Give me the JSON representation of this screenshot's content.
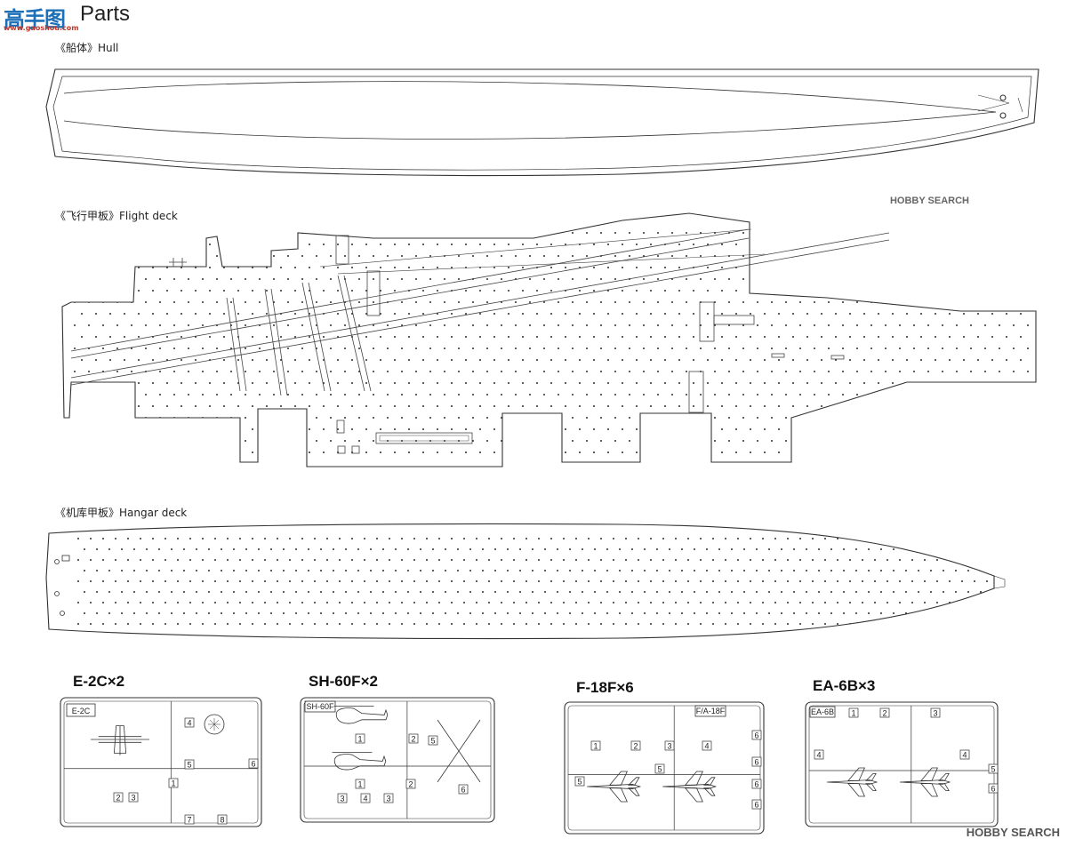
{
  "header": {
    "logo_text": "高手图",
    "logo_url": "www.gaoshou.com",
    "title": "Parts"
  },
  "labels": {
    "hull": "《船体》Hull",
    "flight_deck": "《飞行甲板》Flight deck",
    "hangar_deck": "《机库甲板》Hangar deck"
  },
  "sprues": [
    {
      "title": "E-2C×2",
      "tag": "E-2C",
      "part_numbers": [
        "4",
        "5",
        "6",
        "1",
        "2",
        "3",
        "7",
        "8"
      ]
    },
    {
      "title": "SH-60F×2",
      "tag": "SH-60F",
      "part_numbers": [
        "1",
        "2",
        "5",
        "1",
        "2",
        "3",
        "4",
        "3",
        "6"
      ]
    },
    {
      "title": "F-18F×6",
      "tag": "F/A-18F",
      "part_numbers": [
        "1",
        "2",
        "3",
        "4",
        "6",
        "5",
        "5",
        "6",
        "6",
        "6"
      ]
    },
    {
      "title": "EA-6B×3",
      "tag": "EA-6B",
      "part_numbers": [
        "1",
        "2",
        "3",
        "4",
        "4",
        "5",
        "6"
      ]
    }
  ],
  "watermark": {
    "main": "HOBBY SEARCH",
    "sub": "HOBBY SEARCH"
  },
  "colors": {
    "line": "#333333",
    "logo_blue": "#1d6fb8",
    "logo_red": "#c0392b"
  }
}
